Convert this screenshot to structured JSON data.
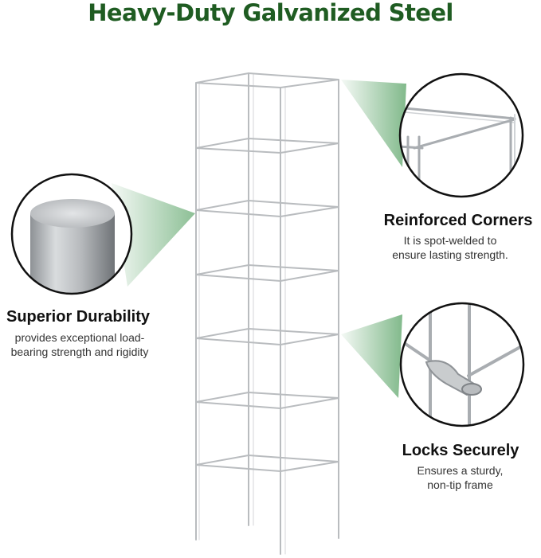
{
  "title": "Heavy-Duty Galvanized Steel",
  "colors": {
    "title_green": "#1f5c22",
    "accent_green": "#2e8b3e",
    "steel": "#b9bcbf"
  },
  "features": [
    {
      "id": "durability",
      "title": "Superior Durability",
      "description": "provides exceptional load-bearing strength and rigidity"
    },
    {
      "id": "corners",
      "title": "Reinforced Corners",
      "description": "It is spot-welded to ensure lasting strength."
    },
    {
      "id": "locks",
      "title": "Locks Securely",
      "description": "Ensures a sturdy, non-tip frame"
    }
  ]
}
